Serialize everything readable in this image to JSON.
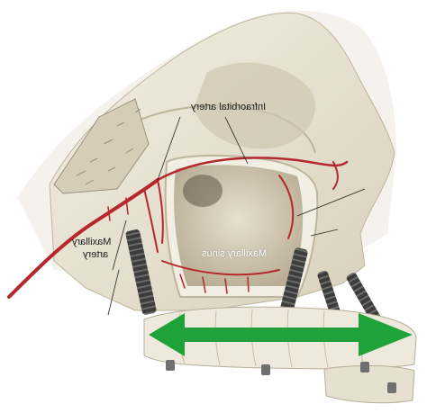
{
  "figure": {
    "labels": {
      "infraorbital_artery": "Infraorbital artery",
      "maxillary_artery_line1": "Maxillary",
      "maxillary_artery_line2": "artery",
      "maxillary_sinus": "Maxillary sinus"
    },
    "colors": {
      "bone": "#e9e4d6",
      "bone_shadow": "#cfc7b2",
      "artery": "#b5282c",
      "sinus_cavity": "#d9d1be",
      "implant": "#3c3c3c",
      "tooth": "#eee9dc",
      "arrow": "#1fa23a"
    },
    "arrow": {
      "direction": "double-headed horizontal"
    }
  }
}
